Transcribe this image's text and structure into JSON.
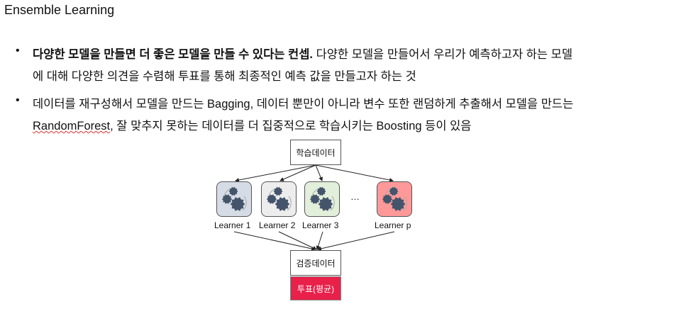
{
  "title": "Ensemble Learning",
  "bullets": [
    {
      "bold": "다양한 모델을 만들면 더 좋은 모델을 만들 수 있다는 컨셉.",
      "rest": " 다양한 모델을 만들어서 우리가 예측하고자 하는 모델",
      "line2": "에 대해 다양한 의견을 수렴해 투표를 통해 최종적인 예측 값을 만들고자 하는 것"
    },
    {
      "line1": "데이터를 재구성해서 모델을 만드는 Bagging, 데이터 뿐만이 아니라 변수 또한 랜덤하게 추출해서 모델을 만드는",
      "line2a": "RandomForest",
      "line2b": ", 잘 맞추지 못하는 데이터를 더 집중적으로 학습시키는 Boosting 등이 있음"
    }
  ],
  "bullet_char": "•",
  "diagram": {
    "train": "학습데이터",
    "learners": [
      {
        "label": "Learner 1",
        "color": "#d6dce5"
      },
      {
        "label": "Learner 2",
        "color": "#ededed"
      },
      {
        "label": "Learner 3",
        "color": "#e2efda"
      },
      {
        "label": "Learner p",
        "color": "#ff9999"
      }
    ],
    "ellipsis": "…",
    "valid": "검증데이터",
    "vote": "투표(평균)",
    "vote_color": "#e8204a"
  }
}
